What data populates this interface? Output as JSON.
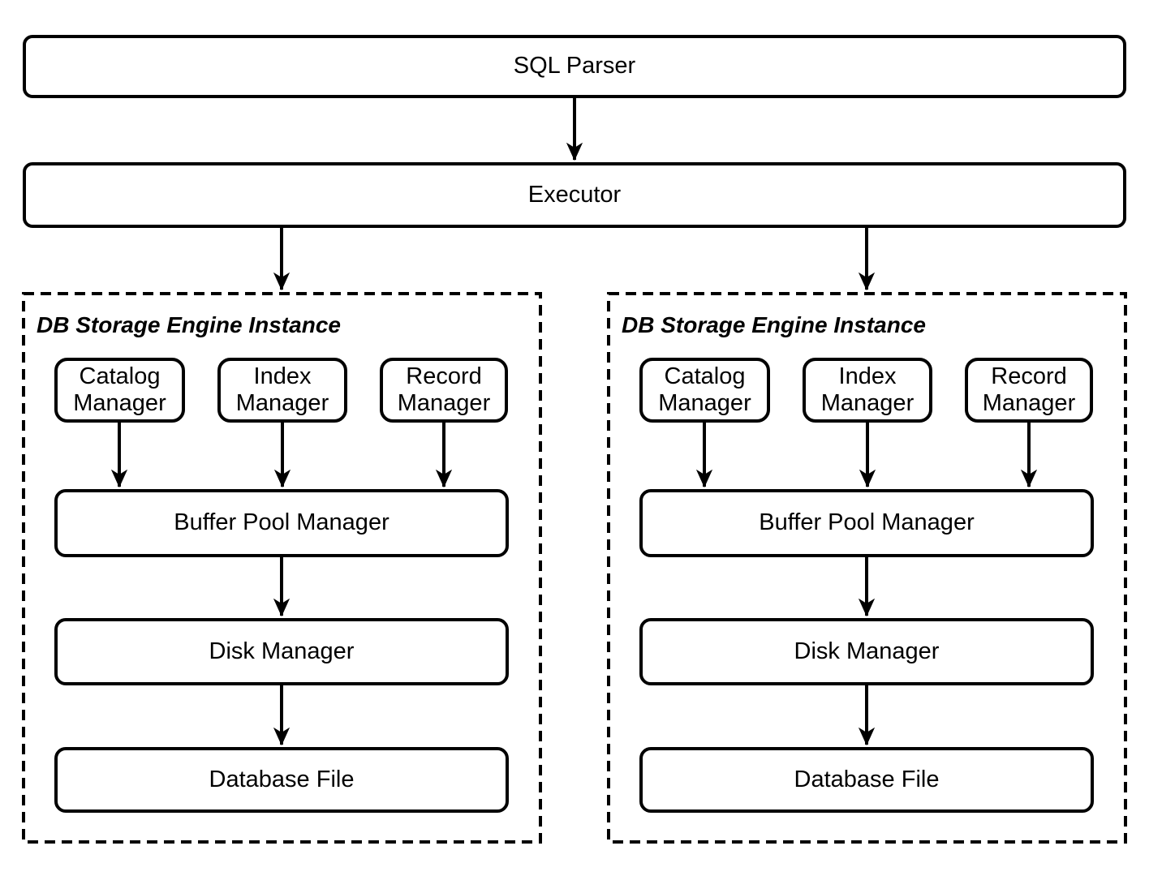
{
  "colors": {
    "stroke": "#000000",
    "box_fill": "#ffffff",
    "background": "#ffffff"
  },
  "nodes": {
    "sql_parser": "SQL Parser",
    "executor": "Executor"
  },
  "instances": [
    {
      "title": "DB Storage Engine Instance",
      "catalog_manager": "Catalog Manager",
      "index_manager": "Index Manager",
      "record_manager": "Record Manager",
      "buffer_pool_manager": "Buffer Pool Manager",
      "disk_manager": "Disk Manager",
      "database_file": "Database File"
    },
    {
      "title": "DB Storage Engine Instance",
      "catalog_manager": "Catalog Manager",
      "index_manager": "Index Manager",
      "record_manager": "Record Manager",
      "buffer_pool_manager": "Buffer Pool Manager",
      "disk_manager": "Disk Manager",
      "database_file": "Database File"
    }
  ],
  "edges": [
    {
      "from": "sql-parser",
      "to": "executor"
    },
    {
      "from": "executor",
      "to": "storage-engine-instance-1"
    },
    {
      "from": "executor",
      "to": "storage-engine-instance-2"
    },
    {
      "from": "instance-1-catalog-manager",
      "to": "instance-1-buffer-pool-manager"
    },
    {
      "from": "instance-1-index-manager",
      "to": "instance-1-buffer-pool-manager"
    },
    {
      "from": "instance-1-record-manager",
      "to": "instance-1-buffer-pool-manager"
    },
    {
      "from": "instance-1-buffer-pool-manager",
      "to": "instance-1-disk-manager"
    },
    {
      "from": "instance-1-disk-manager",
      "to": "instance-1-database-file"
    },
    {
      "from": "instance-2-catalog-manager",
      "to": "instance-2-buffer-pool-manager"
    },
    {
      "from": "instance-2-index-manager",
      "to": "instance-2-buffer-pool-manager"
    },
    {
      "from": "instance-2-record-manager",
      "to": "instance-2-buffer-pool-manager"
    },
    {
      "from": "instance-2-buffer-pool-manager",
      "to": "instance-2-disk-manager"
    },
    {
      "from": "instance-2-disk-manager",
      "to": "instance-2-database-file"
    }
  ]
}
